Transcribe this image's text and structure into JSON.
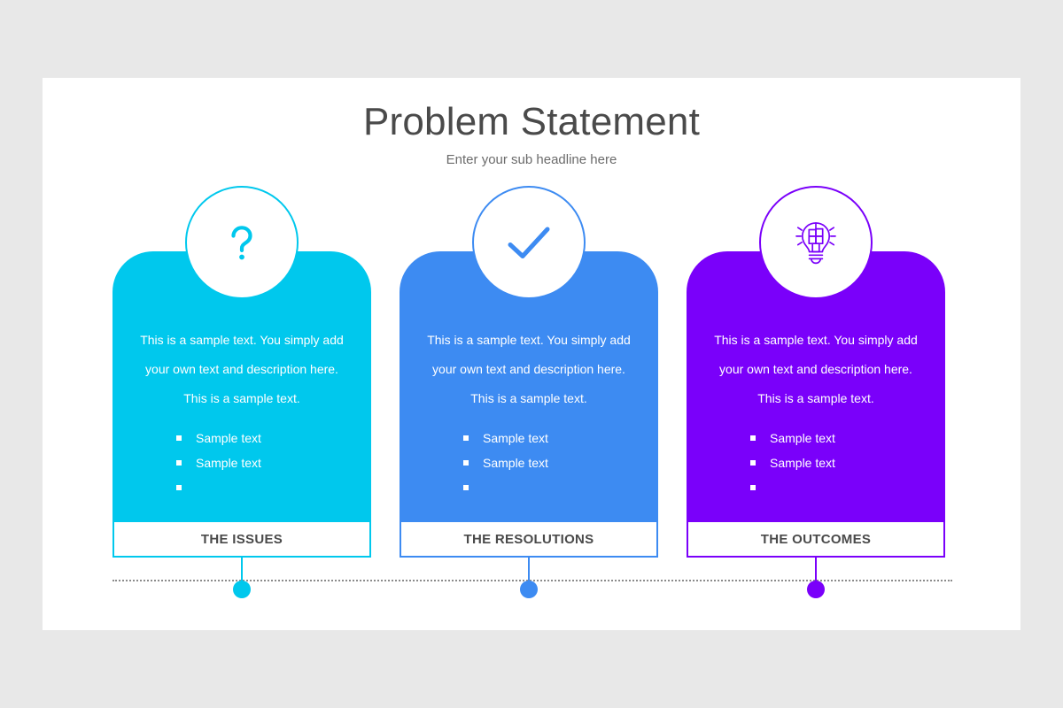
{
  "slide": {
    "title": "Problem Statement",
    "subtitle": "Enter your sub headline here",
    "background_color": "#e8e8e8",
    "surface_color": "#ffffff"
  },
  "columns": [
    {
      "id": "issues",
      "color": "#00c8ed",
      "icon": "question-mark-icon",
      "paragraph": "This is a sample text. You simply add your own text and description here. This is a sample text.",
      "bullets": [
        "Sample text",
        "Sample text",
        ""
      ],
      "footer_label": "THE ISSUES"
    },
    {
      "id": "resolutions",
      "color": "#3d8bf2",
      "icon": "check-mark-icon",
      "paragraph": "This is a sample text. You simply add your own text and description here. This is a sample text.",
      "bullets": [
        "Sample text",
        "Sample text",
        ""
      ],
      "footer_label": "THE RESOLUTIONS"
    },
    {
      "id": "outcomes",
      "color": "#7a00fa",
      "icon": "lightbulb-puzzle-icon",
      "paragraph": "This is a sample text. You simply add your own text and description here. This is a sample text.",
      "bullets": [
        "Sample text",
        "Sample text",
        ""
      ],
      "footer_label": "THE OUTCOMES"
    }
  ],
  "timeline": {
    "style": "dotted",
    "color": "#8b8b8b"
  }
}
